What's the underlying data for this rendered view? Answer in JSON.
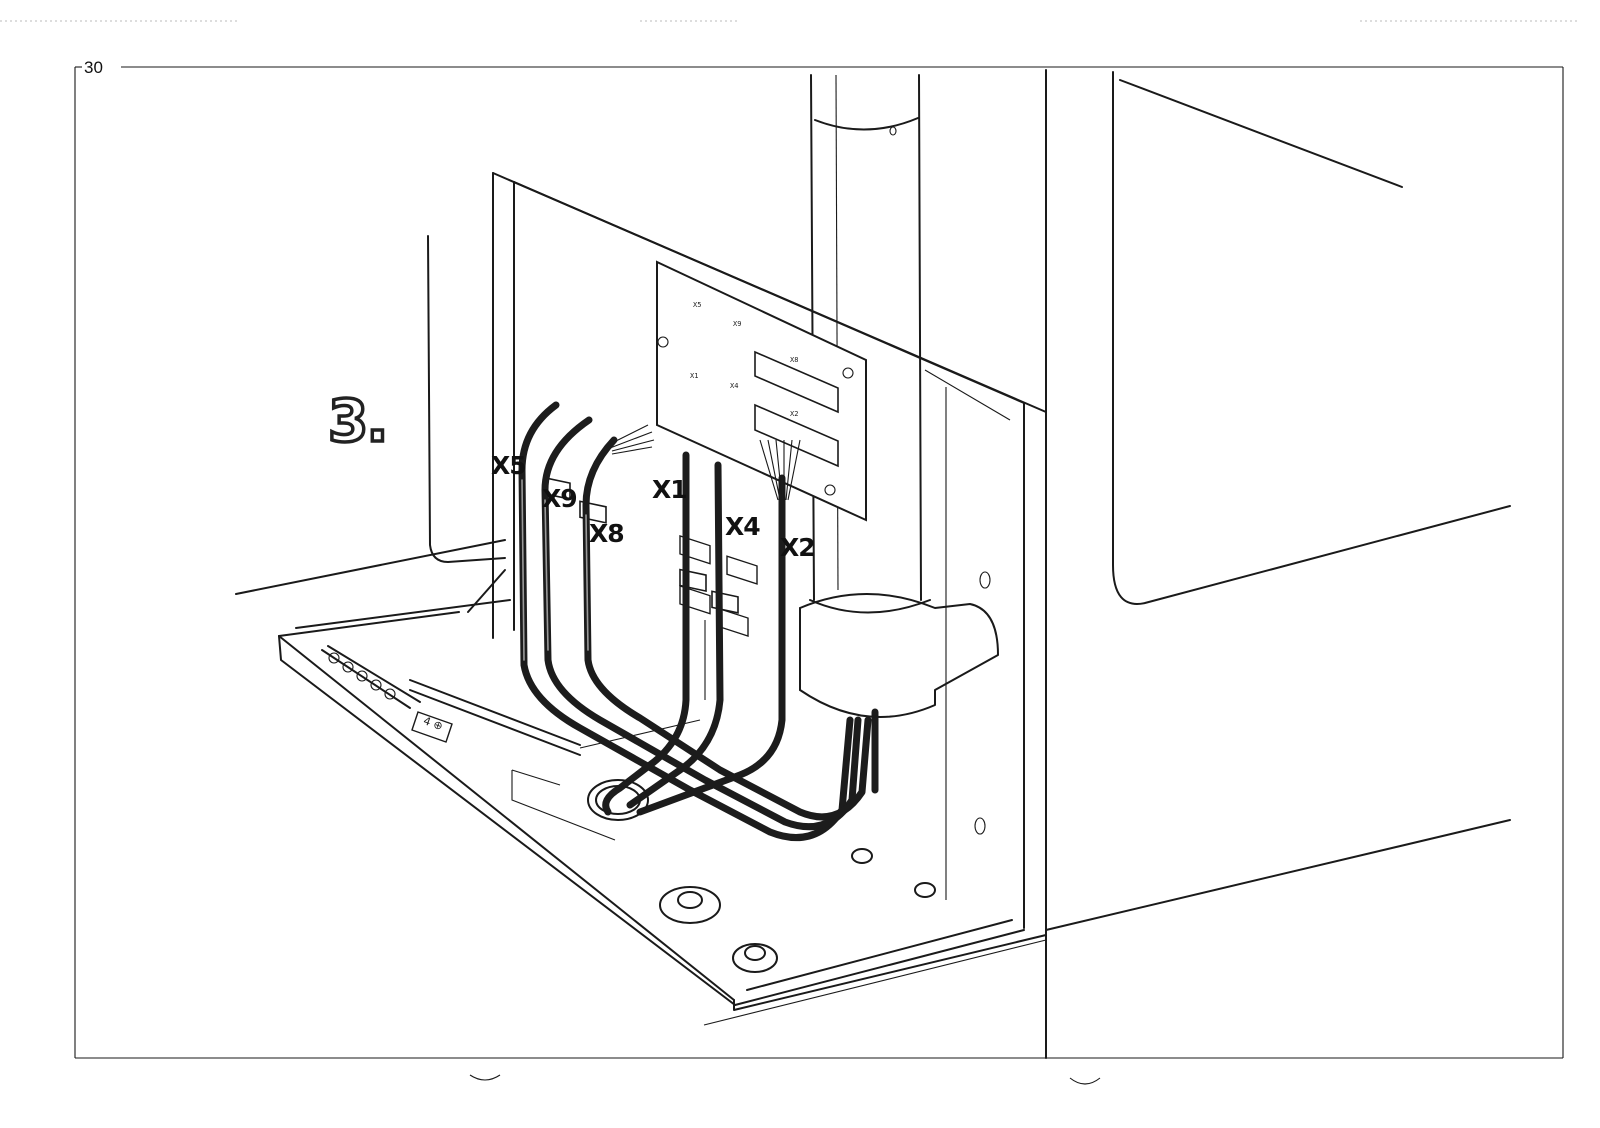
{
  "figure": {
    "number": "30",
    "step_label": "3.",
    "frame_color": "#1a1a1a"
  },
  "callouts": {
    "x5": "X5",
    "x9": "X9",
    "x8": "X8",
    "x1": "X1",
    "x4": "X4",
    "x2": "X2"
  },
  "board_labels": {
    "x5": "X5",
    "x9": "X9",
    "x8": "X8",
    "x1": "X1",
    "x4": "X4",
    "x2": "X2"
  },
  "tray_tag": "4 ⊕"
}
